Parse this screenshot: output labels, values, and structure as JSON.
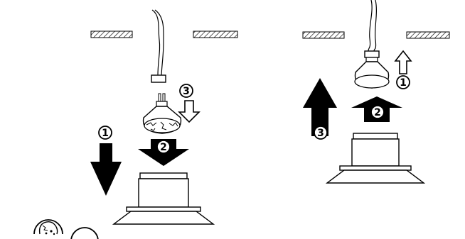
{
  "panels": {
    "removal": {
      "steps": [
        {
          "label": "1",
          "arrow_style": "solid-black",
          "direction": "down"
        },
        {
          "label": "2",
          "arrow_style": "solid-black",
          "direction": "down"
        },
        {
          "label": "3",
          "arrow_style": "outline",
          "direction": "down"
        }
      ]
    },
    "installation": {
      "steps": [
        {
          "label": "1",
          "arrow_style": "outline",
          "direction": "up"
        },
        {
          "label": "2",
          "arrow_style": "solid-black",
          "direction": "up"
        },
        {
          "label": "3",
          "arrow_style": "solid-black",
          "direction": "up"
        }
      ]
    }
  },
  "colors": {
    "ink": "#000000",
    "background": "#ffffff"
  },
  "icons": [
    "cracked-bulb-icon",
    "no-touch-icon"
  ]
}
